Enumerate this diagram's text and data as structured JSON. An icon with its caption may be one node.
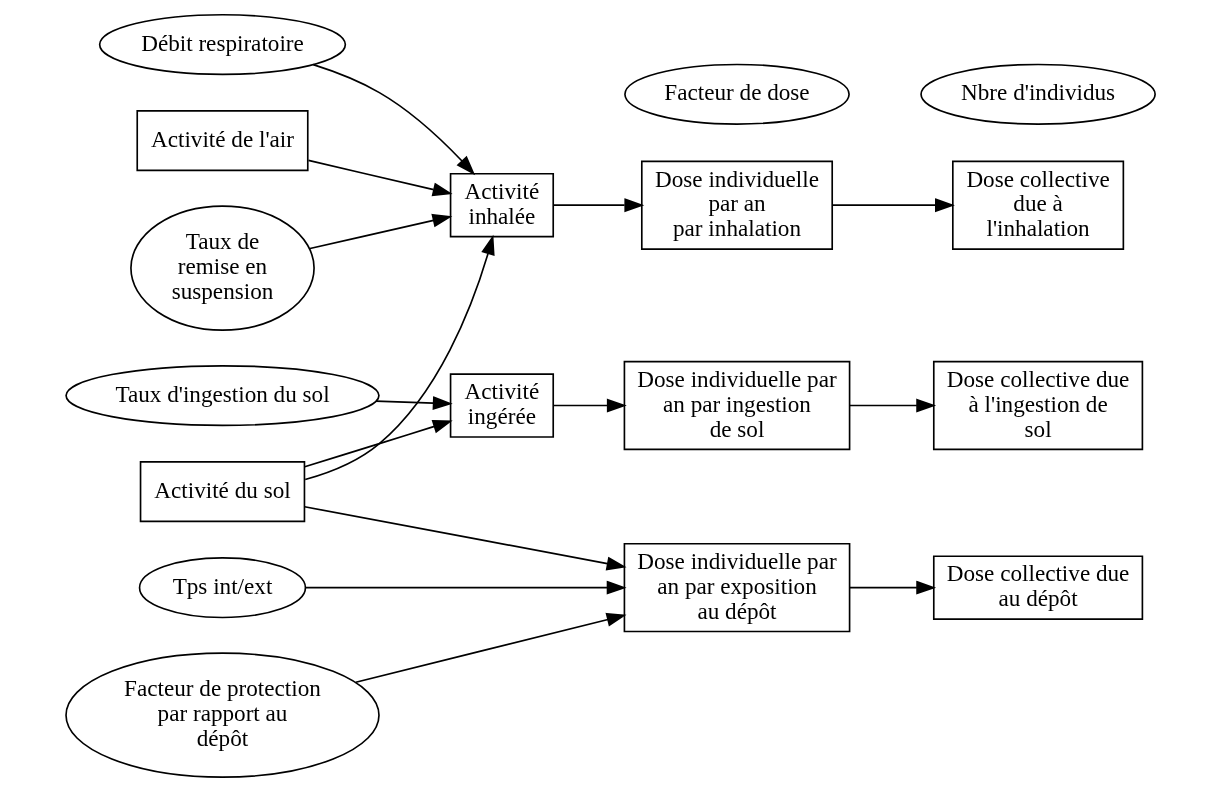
{
  "diagram": {
    "nodes": [
      {
        "text": [
          "Débit respiratoire"
        ]
      },
      {
        "text": [
          "Facteur de dose"
        ]
      },
      {
        "text": [
          "Nbre d'individus"
        ]
      },
      {
        "text": [
          "Activité de l'air"
        ]
      },
      {
        "text": [
          "Activité inhalée"
        ]
      },
      {
        "text": [
          "Dose individuelle par an par inhalation"
        ]
      },
      {
        "text": [
          "Dose collective due à l'inhalation"
        ]
      },
      {
        "text": [
          "Taux de remise en suspension"
        ]
      },
      {
        "text": [
          "Activité du sol"
        ]
      },
      {
        "text": [
          "Dose individuelle par an par exposition au dépôt"
        ]
      },
      {
        "text": [
          "Dose collective due au dépôt"
        ]
      },
      {
        "text": [
          "Tps int/ext"
        ]
      },
      {
        "text": [
          "Facteur de protection par rapport au dépôt"
        ]
      },
      {
        "text": [
          "Activité ingérée"
        ]
      },
      {
        "text": [
          "Dose individuelle par an par ingestion de sol"
        ]
      },
      {
        "text": [
          "Dose collective due à l'ingestion de sol"
        ]
      },
      {
        "text": [
          "Taux d'ingestion du sol"
        ]
      }
    ],
    "edges": [
      {
        "from": 3,
        "to": 4,
        "arrow": "to"
      },
      {
        "from": 0,
        "to": 4,
        "arrow": "to"
      },
      {
        "from": 8,
        "to": 4,
        "arrow": "to"
      },
      {
        "from": 7,
        "to": 4,
        "arrow": "to"
      },
      {
        "from": 4,
        "to": 5,
        "arrow": "to"
      },
      {
        "from": 5,
        "to": 6,
        "arrow": "to"
      },
      {
        "from": 8,
        "to": 9,
        "arrow": "to"
      },
      {
        "from": 11,
        "to": 9,
        "arrow": "to"
      },
      {
        "from": 12,
        "to": 9,
        "arrow": "to"
      },
      {
        "from": 9,
        "to": 10,
        "arrow": "to"
      },
      {
        "from": 8,
        "to": 13,
        "arrow": "to"
      },
      {
        "from": 16,
        "to": 13,
        "arrow": "to"
      },
      {
        "from": 13,
        "to": 14,
        "arrow": "to"
      },
      {
        "from": 14,
        "to": 15,
        "arrow": "to"
      }
    ]
  }
}
